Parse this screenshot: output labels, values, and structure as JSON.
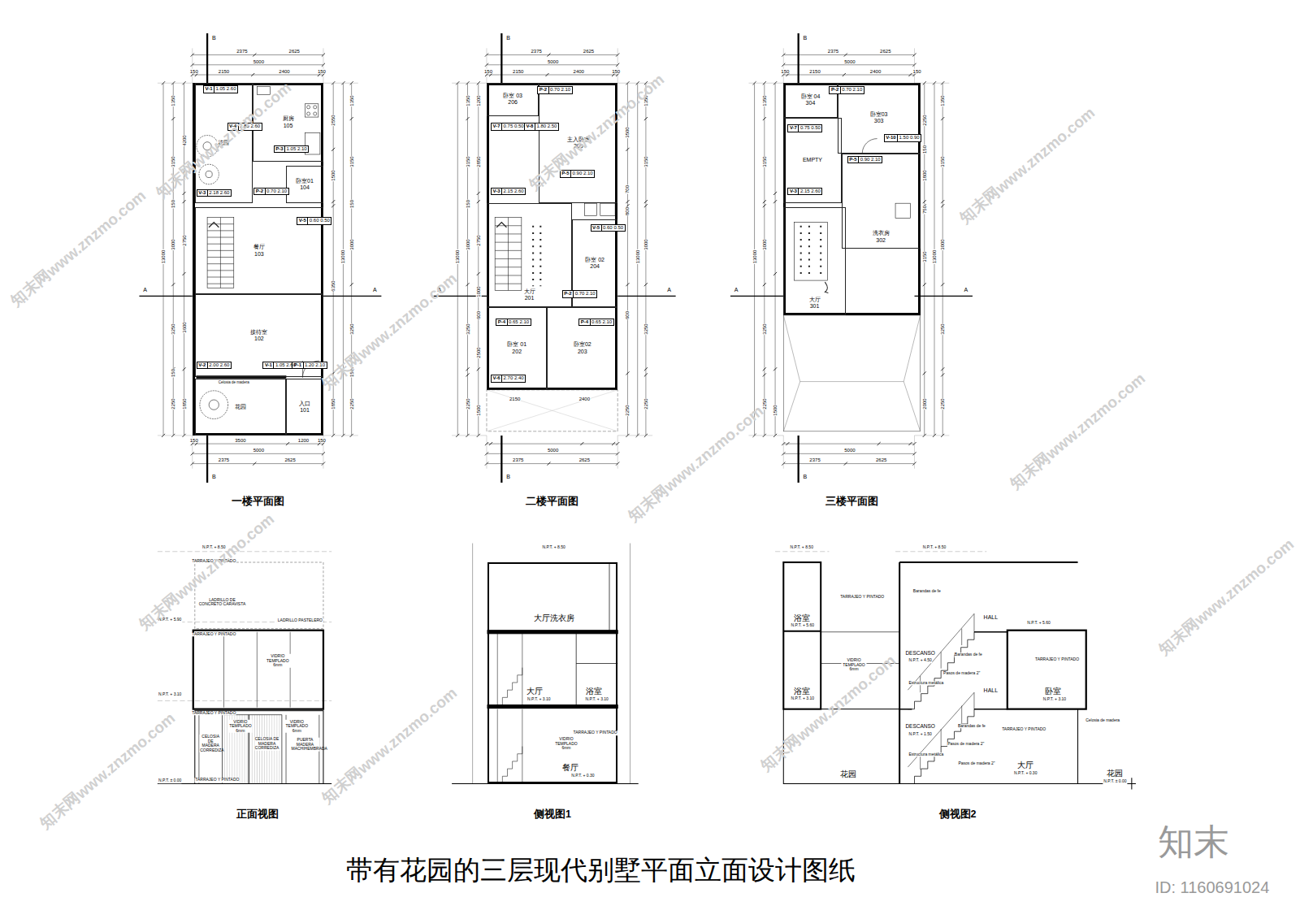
{
  "diagram": {
    "title": "带有花园的三层现代别墅平面立面设计图纸",
    "nodes": [
      {
        "text": [
          "一楼平面图"
        ]
      },
      {
        "text": [
          "厨房",
          "105"
        ],
        "in": 0
      },
      {
        "text": [
          "花园"
        ],
        "in": 0
      },
      {
        "text": [
          "卧室01",
          "104"
        ],
        "in": 0
      },
      {
        "text": [
          "餐厅",
          "103"
        ],
        "in": 0
      },
      {
        "text": [
          "接待室",
          "102"
        ],
        "in": 0
      },
      {
        "text": [
          "花园"
        ],
        "in": 0
      },
      {
        "text": [
          "入口",
          "101"
        ],
        "in": 0
      },
      {
        "text": [
          "V-1",
          "1.05 2.60"
        ],
        "in": 0
      },
      {
        "text": [
          "V-4",
          "2.85 2.60"
        ],
        "in": 0
      },
      {
        "text": [
          "P-3",
          "1.05 2.10"
        ],
        "in": 0
      },
      {
        "text": [
          "V-3",
          "2.18 2.60"
        ],
        "in": 0
      },
      {
        "text": [
          "P-2",
          "0.70 2.10"
        ],
        "in": 0
      },
      {
        "text": [
          "V-5",
          "0.60 0.50"
        ],
        "in": 0
      },
      {
        "text": [
          "V-2",
          "2.00 2.60"
        ],
        "in": 0
      },
      {
        "text": [
          "V-1",
          "1.05 2.60"
        ],
        "in": 0
      },
      {
        "text": [
          "P-1",
          "1.20 2.10"
        ],
        "in": 0
      },
      {
        "text": [
          "二楼平面图"
        ]
      },
      {
        "text": [
          "卧室 03",
          "206"
        ],
        "in": 17
      },
      {
        "text": [
          "主入卧室",
          "205"
        ],
        "in": 17
      },
      {
        "text": [
          "大厅",
          "201"
        ],
        "in": 17
      },
      {
        "text": [
          "卧室 02",
          "204"
        ],
        "in": 17
      },
      {
        "text": [
          "卧室 01",
          "202"
        ],
        "in": 17
      },
      {
        "text": [
          "卧室02",
          "203"
        ],
        "in": 17
      },
      {
        "text": [
          "P-2",
          "0.70 2.10"
        ],
        "in": 17
      },
      {
        "text": [
          "V-7",
          "0.75 0.50"
        ],
        "in": 17
      },
      {
        "text": [
          "V-8",
          "1.80 2.50"
        ],
        "in": 17
      },
      {
        "text": [
          "P-5",
          "0.90 2.10"
        ],
        "in": 17
      },
      {
        "text": [
          "V-3",
          "2.15 2.60"
        ],
        "in": 17
      },
      {
        "text": [
          "V-5",
          "0.60 0.50"
        ],
        "in": 17
      },
      {
        "text": [
          "P-2",
          "0.70 2.10"
        ],
        "in": 17
      },
      {
        "text": [
          "P-4",
          "0.65 2.10"
        ],
        "in": 17
      },
      {
        "text": [
          "P-4",
          "0.65 2.10"
        ],
        "in": 17
      },
      {
        "text": [
          "V-6",
          "2.70 2.40"
        ],
        "in": 17
      },
      {
        "text": [
          "三楼平面图"
        ]
      },
      {
        "text": [
          "卧室 04",
          "304"
        ],
        "in": 34
      },
      {
        "text": [
          "卧室03",
          "303"
        ],
        "in": 34
      },
      {
        "text": [
          "EMPTY"
        ],
        "in": 34
      },
      {
        "text": [
          "洗衣房",
          "302"
        ],
        "in": 34
      },
      {
        "text": [
          "大厅",
          "301"
        ],
        "in": 34
      },
      {
        "text": [
          "P-2",
          "0.70 2.10"
        ],
        "in": 34
      },
      {
        "text": [
          "V-7",
          "0.75 0.50"
        ],
        "in": 34
      },
      {
        "text": [
          "V-10",
          "1.50 0.90"
        ],
        "in": 34
      },
      {
        "text": [
          "P-5",
          "0.90 2.10"
        ],
        "in": 34
      },
      {
        "text": [
          "V-3",
          "2.15 2.60"
        ],
        "in": 34
      },
      {
        "text": [
          "正面视图"
        ]
      },
      {
        "text": [
          "侧视图1"
        ]
      },
      {
        "text": [
          "侧视图2"
        ]
      }
    ],
    "labels": [
      "2375",
      "2625",
      "5000",
      "150",
      "2150",
      "2400",
      "150",
      "150",
      "3500",
      "1200",
      "150",
      "5000",
      "2375",
      "2625",
      "1350",
      "4200",
      "3150",
      "150",
      "3000",
      "2750",
      "13000",
      "3600",
      "3250",
      "150",
      "1850",
      "2250",
      "1350",
      "2550",
      "3150",
      "1500",
      "150",
      "3000",
      "13000",
      "6350",
      "3250",
      "150",
      "1850",
      "2250",
      "B",
      "B",
      "A",
      "A",
      "Celosia de madera",
      "2375",
      "2625",
      "5000",
      "150",
      "2150",
      "2400",
      "150",
      "2150",
      "2400",
      "5000",
      "2375",
      "2625",
      "1350",
      "1200",
      "3150",
      "2850",
      "150",
      "3000",
      "2750",
      "13000",
      "1000",
      "600",
      "3250",
      "2500",
      "2250",
      "1500",
      "1350",
      "3500",
      "3150",
      "700",
      "800",
      "3000",
      "13000",
      "600",
      "3250",
      "2250",
      "2250",
      "B",
      "B",
      "A",
      "A",
      "2375",
      "2625",
      "5000",
      "150",
      "2150",
      "2400",
      "150",
      "5000",
      "2375",
      "2625",
      "1350",
      "3150",
      "3000",
      "13000",
      "3250",
      "2250",
      "1500",
      "1350",
      "2250",
      "150",
      "3150",
      "1800",
      "750",
      "3000",
      "13000",
      "3150",
      "3250",
      "2000",
      "2250",
      "B",
      "B",
      "A",
      "A",
      "N.P.T. + 8.50",
      "TARRAJEO Y PINTADO",
      "LADRILLO DE CONCRETO CARAVISTA",
      "N.P.T. + 5.90",
      "LADRILLO PASTELERO",
      "TARRAJEO Y PINTADO",
      "VIDRIO TEMPLADO 6mm",
      "N.P.T. + 3.10",
      "TARRAJEO Y PINTADO",
      "VIDRIO TEMPLADO 6mm",
      "CELOSIA DE MADERA CORREDIZA",
      "CELOSIA DE MADERA CORREDIZA",
      "VIDRIO TEMPLADO 6mm",
      "PUERTA MADERA MACHIHEMBRADA",
      "N.P.T. ± 0.00",
      "TARRAJEO Y PINTADO",
      "N.P.T. + 8.50",
      "大厅洗衣房",
      "大厅",
      "N.P.T. + 3.10",
      "浴室",
      "N.P.T. + 3.10",
      "TARRAJEO Y PINTADO",
      "VIDRIO TEMPLADO 6mm",
      "餐厅",
      "N.P.T. + 0.30",
      "N.P.T. + 8.50",
      "N.P.T. + 8.50",
      "TARRAJEO Y PINTADO",
      "Barandas de fe",
      "浴室",
      "N.P.T. + 5.60",
      "HALL",
      "N.P.T. + 5.60",
      "TARRAJEO Y PINTADO",
      "Barandas de fe",
      "DESCANSO",
      "N.P.T. + 4.50",
      "VIDRIO TEMPLADO 6mm",
      "Pasos de madera 2\"",
      "Estructura metálica",
      "浴室",
      "N.P.T. + 3.10",
      "HALL",
      "卧室",
      "N.P.T. + 3.10",
      "Celosia de madera",
      "Barandas de fe",
      "TARRAJEO Y PINTADO",
      "DESCANSO",
      "N.P.T. + 1.50",
      "Pasos de madera 2\"",
      "Estructura metálica",
      "Pasos de madera 2\"",
      "大厅",
      "N.P.T. + 0.30",
      "花园",
      "花园",
      "N.P.T. ± 0.00",
      "知末网www.znzmo.com",
      "知末网www.znzmo.com",
      "知末网www.znzmo.com",
      "知末网www.znzmo.com",
      "知末网www.znzmo.com",
      "知末网www.znzmo.com",
      "知末网www.znzmo.com",
      "知末网www.znzmo.com",
      "知末网www.znzmo.com",
      "知末网www.znzmo.com",
      "知末网www.znzmo.com",
      "知末网www.znzmo.com",
      "知末",
      "ID: 1160691024"
    ]
  }
}
